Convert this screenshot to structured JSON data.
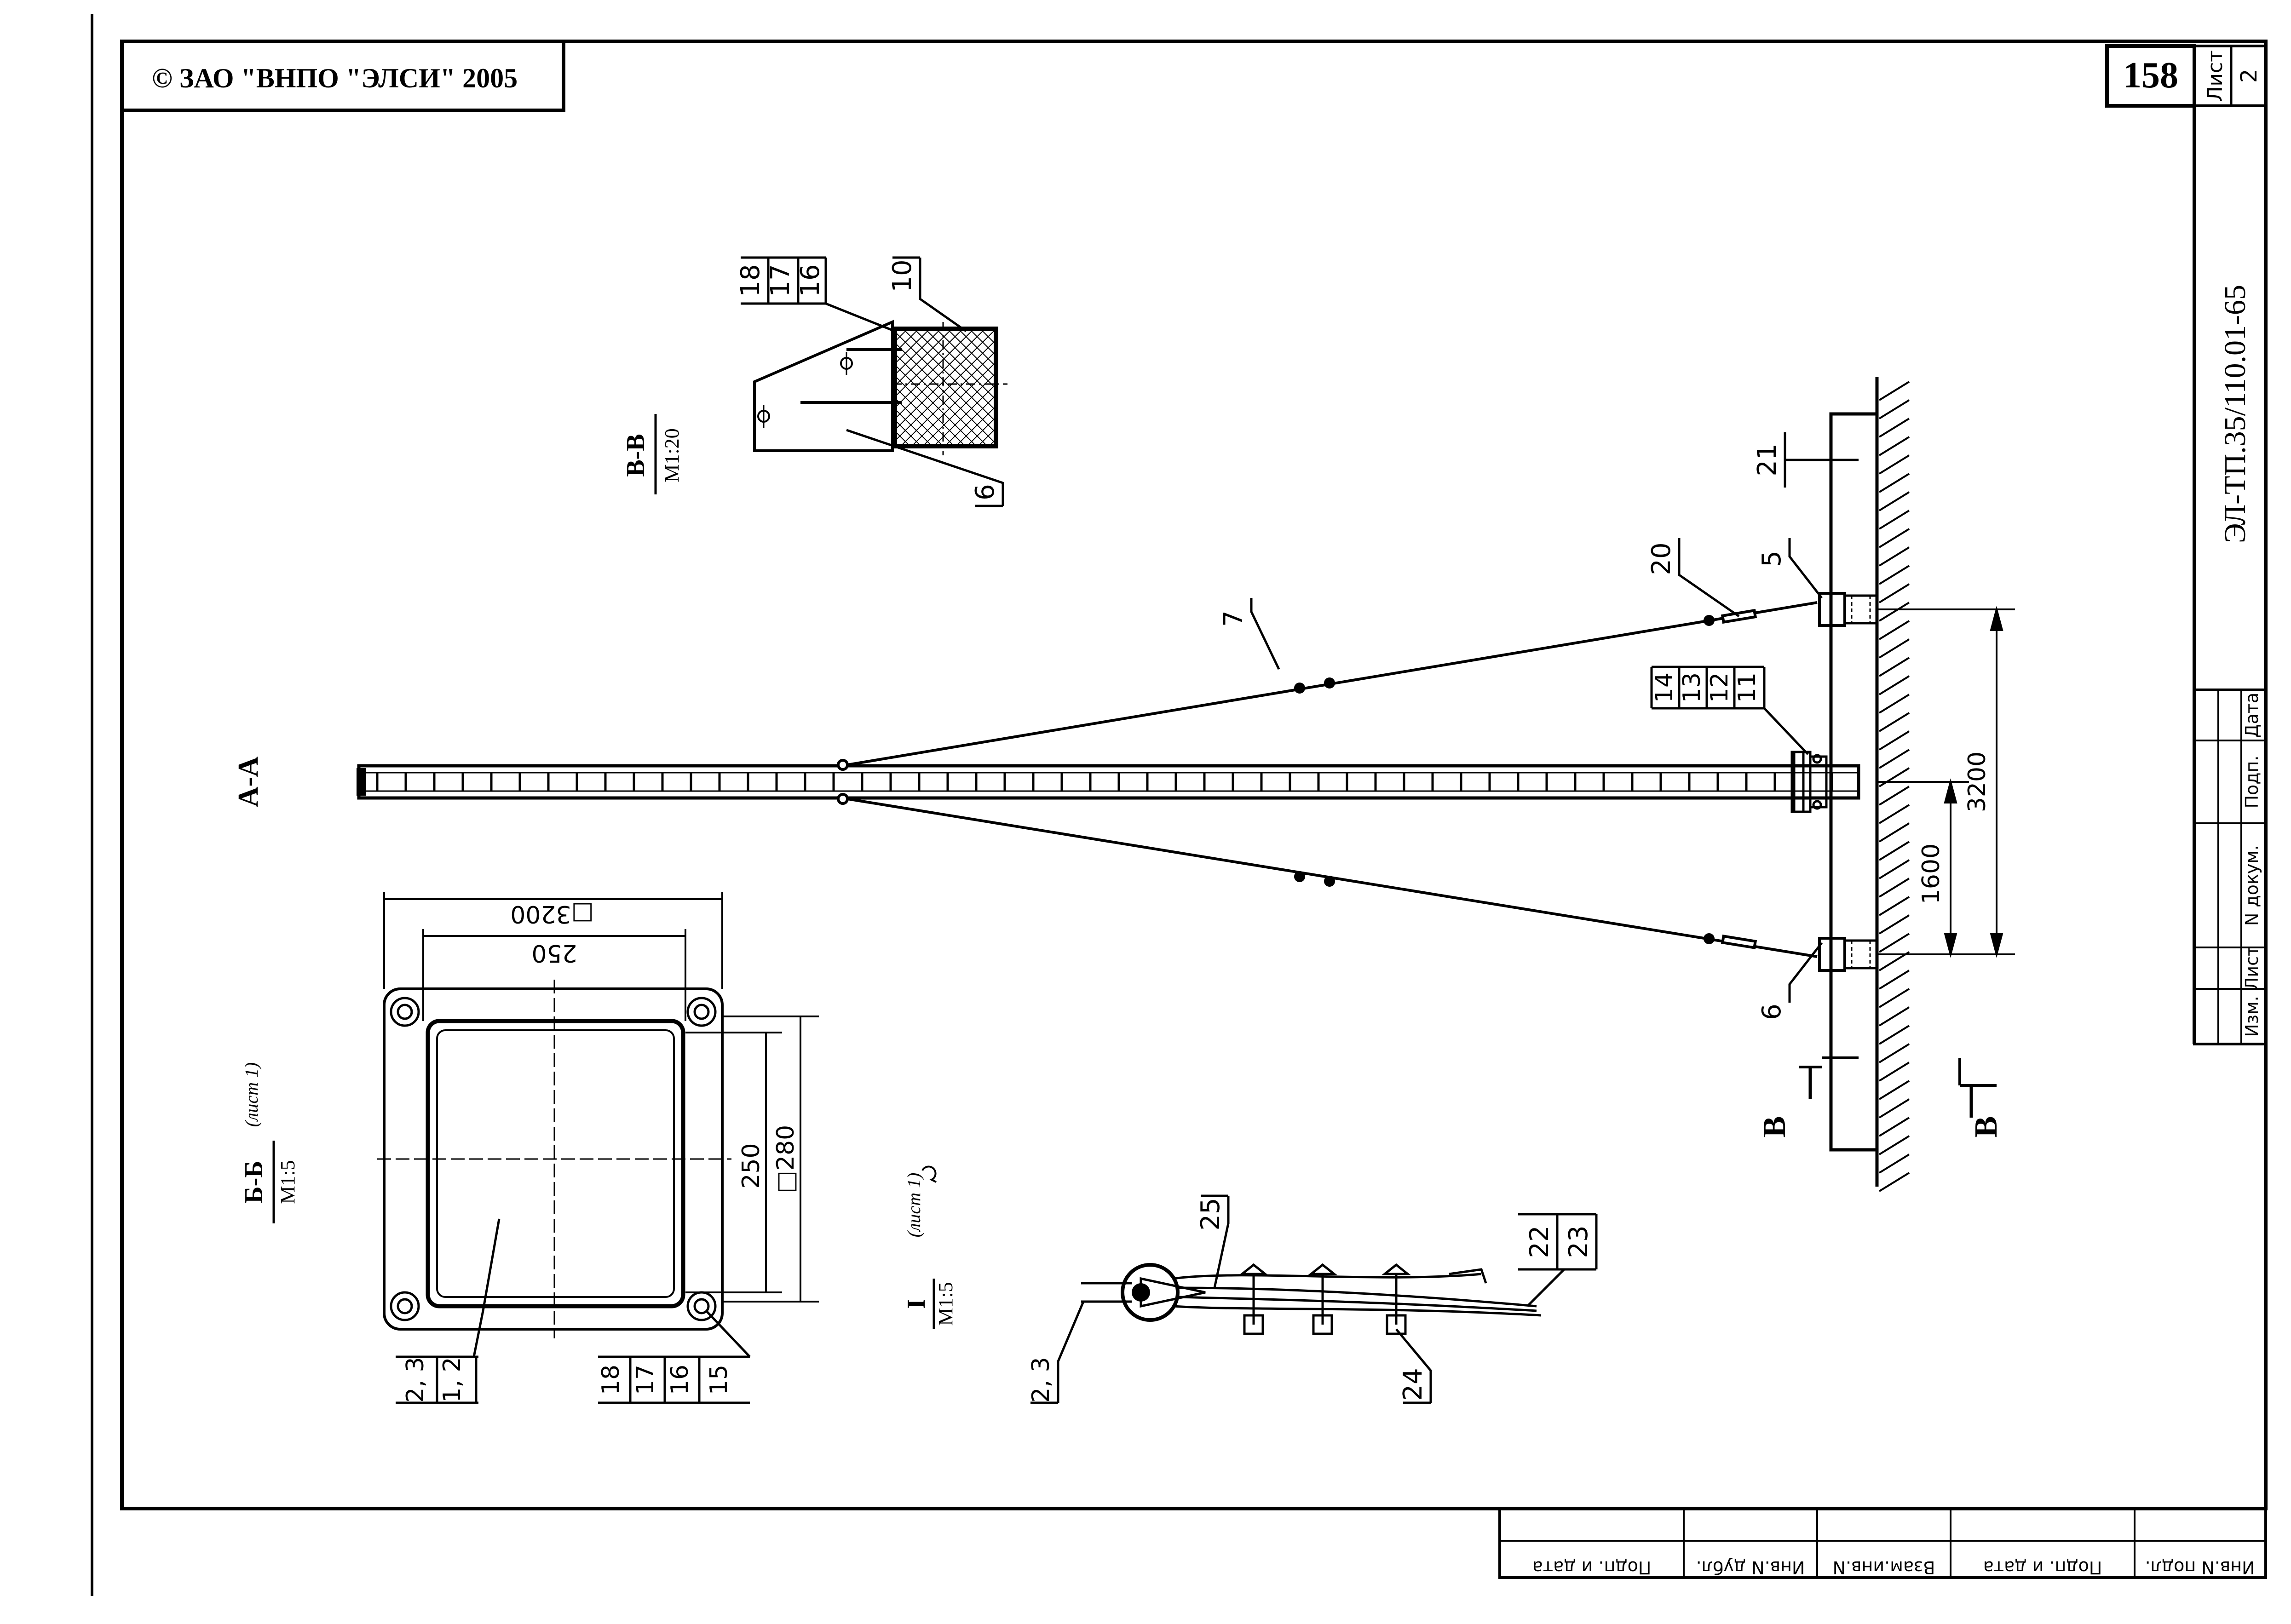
{
  "header": {
    "copyright": "© ЗАО \"ВНПО \"ЭЛСИ\" 2005",
    "page_number": "158",
    "list_label": "Лист",
    "list_number": "2"
  },
  "title_block": {
    "document_code": "ЭЛ-ТП.35/110.01-65",
    "columns": [
      "Изм.",
      "Лист",
      "N докум.",
      "Подп.",
      "Дата"
    ]
  },
  "bottom_stamp": {
    "cells": [
      "Инв.N подл.",
      "Подп. и дата",
      "Взам.инв.N",
      "Инв.N дубл.",
      "Подп. и дата"
    ]
  },
  "views": {
    "aa": {
      "label": "А-А"
    },
    "bb": {
      "label": "Б-Б",
      "scale": "М1:5",
      "sheet_ref": "(лист 1)"
    },
    "vv": {
      "label": "В-В",
      "scale": "М1:20"
    },
    "detail_i": {
      "label": "I",
      "scale": "М1:5",
      "sheet_ref": "(лист 1)"
    },
    "section_marker": "В"
  },
  "dimensions": {
    "d3200": "3200",
    "d1600": "1600",
    "d250_top": "250",
    "d3200_box": "□3200",
    "d250_side": "250",
    "d280": "□280"
  },
  "callouts": {
    "c7": "7",
    "c20": "20",
    "c5": "5",
    "c21": "21",
    "c6_main": "6",
    "c14": "14",
    "c13": "13",
    "c12": "12",
    "c11": "11",
    "vv_18": "18",
    "vv_17": "17",
    "vv_16": "16",
    "vv_10": "10",
    "vv_6": "6",
    "bb_23": "2, 3",
    "bb_12": "1, 2",
    "bb_18": "18",
    "bb_17": "17",
    "bb_16": "16",
    "bb_15": "15",
    "i_25": "25",
    "i_22": "22",
    "i_23": "23",
    "i_24": "24",
    "i_23b": "2, 3"
  }
}
